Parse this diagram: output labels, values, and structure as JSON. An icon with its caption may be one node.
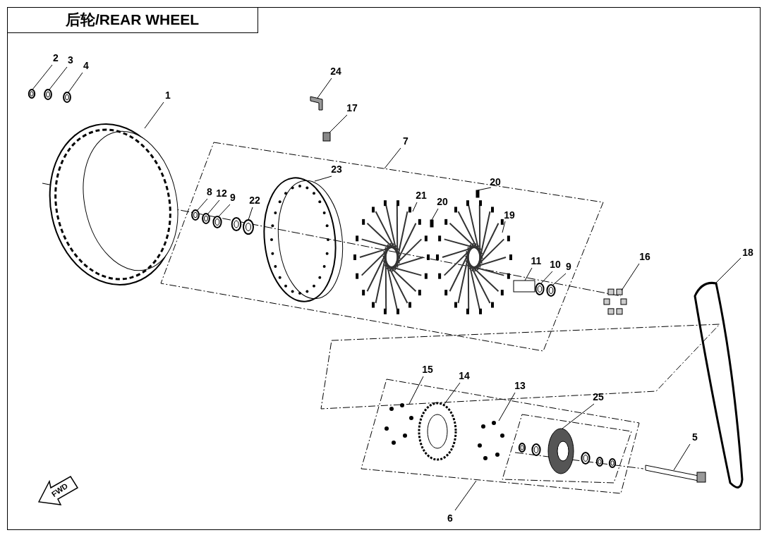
{
  "diagram": {
    "title": "后轮/REAR WHEEL",
    "nodes": [
      {
        "text": [
          "2"
        ]
      },
      {
        "text": [
          "3"
        ]
      },
      {
        "text": [
          "4"
        ]
      },
      {
        "text": [
          "1"
        ]
      },
      {
        "text": [
          "24"
        ]
      },
      {
        "text": [
          "17"
        ]
      },
      {
        "text": [
          "7"
        ]
      },
      {
        "text": [
          "23"
        ]
      },
      {
        "text": [
          "8"
        ]
      },
      {
        "text": [
          "12"
        ]
      },
      {
        "text": [
          "9"
        ]
      },
      {
        "text": [
          "22"
        ]
      },
      {
        "text": [
          "21"
        ]
      },
      {
        "text": [
          "20"
        ]
      },
      {
        "text": [
          "20"
        ]
      },
      {
        "text": [
          "19"
        ]
      },
      {
        "text": [
          "11"
        ]
      },
      {
        "text": [
          "10"
        ]
      },
      {
        "text": [
          "9"
        ]
      },
      {
        "text": [
          "16"
        ]
      },
      {
        "text": [
          "18"
        ]
      },
      {
        "text": [
          "15"
        ]
      },
      {
        "text": [
          "14"
        ]
      },
      {
        "text": [
          "13"
        ]
      },
      {
        "text": [
          "25"
        ]
      },
      {
        "text": [
          "5"
        ]
      },
      {
        "text": [
          "6"
        ]
      },
      {
        "text": [],
        "shape": "picture"
      },
      {
        "text": [],
        "shape": "picture"
      },
      {
        "text": [],
        "shape": "picture"
      },
      {
        "text": [],
        "shape": "picture"
      },
      {
        "text": [],
        "shape": "picture"
      },
      {
        "text": [],
        "shape": "picture"
      },
      {
        "text": [],
        "shape": "picture"
      },
      {
        "text": [],
        "shape": "picture"
      },
      {
        "text": [],
        "shape": "picture"
      },
      {
        "text": [],
        "shape": "picture"
      },
      {
        "text": [],
        "shape": "box"
      },
      {
        "text": [],
        "shape": "picture"
      },
      {
        "text": [],
        "shape": "picture"
      },
      {
        "text": [],
        "shape": "box"
      },
      {
        "text": [],
        "shape": "picture"
      },
      {
        "text": [],
        "shape": "picture"
      },
      {
        "text": [],
        "shape": "box"
      },
      {
        "text": [],
        "shape": "picture"
      },
      {
        "text": [],
        "shape": "box"
      },
      {
        "text": [],
        "shape": "picture"
      },
      {
        "text": [],
        "shape": "picture"
      },
      {
        "text": [],
        "shape": "picture"
      },
      {
        "text": [],
        "shape": "bar"
      },
      {
        "text": [],
        "shape": "picture"
      },
      {
        "text": [],
        "shape": "picture"
      }
    ],
    "edges": [
      {
        "from": 0,
        "to": 27,
        "arrow": "none"
      },
      {
        "from": 1,
        "to": 28,
        "arrow": "none"
      },
      {
        "from": 2,
        "to": 29,
        "arrow": "none"
      },
      {
        "from": 3,
        "to": 30,
        "arrow": "none"
      },
      {
        "from": 4,
        "to": 36,
        "arrow": "none"
      },
      {
        "from": 5,
        "to": 37,
        "arrow": "none"
      },
      {
        "from": 6,
        "to": null,
        "arrow": "none"
      },
      {
        "from": 7,
        "to": 35,
        "arrow": "none"
      },
      {
        "from": 8,
        "to": 31,
        "arrow": "none"
      },
      {
        "from": 9,
        "to": 32,
        "arrow": "none"
      },
      {
        "from": 10,
        "to": 33,
        "arrow": "none"
      },
      {
        "from": 11,
        "to": 34,
        "arrow": "none"
      },
      {
        "from": 12,
        "to": 38,
        "arrow": "none"
      },
      {
        "from": 13,
        "to": 40,
        "arrow": "none"
      },
      {
        "from": 14,
        "to": 43,
        "arrow": "none"
      },
      {
        "from": 15,
        "to": 42,
        "arrow": "none"
      },
      {
        "from": 16,
        "to": 45,
        "arrow": "none"
      },
      {
        "from": 17,
        "to": 46,
        "arrow": "none"
      },
      {
        "from": 18,
        "to": 47,
        "arrow": "none"
      },
      {
        "from": 19,
        "to": 48,
        "arrow": "none"
      },
      {
        "from": 20,
        "to": 50,
        "arrow": "none"
      },
      {
        "from": 21,
        "to": 39,
        "arrow": "none"
      },
      {
        "from": 22,
        "to": 41,
        "arrow": "none"
      },
      {
        "from": 23,
        "to": 44,
        "arrow": "none"
      },
      {
        "from": 24,
        "to": 51,
        "arrow": "none"
      },
      {
        "from": 25,
        "to": 49,
        "arrow": "none"
      },
      {
        "from": 26,
        "to": null,
        "arrow": "none"
      }
    ],
    "labels": [
      "FWD"
    ]
  }
}
